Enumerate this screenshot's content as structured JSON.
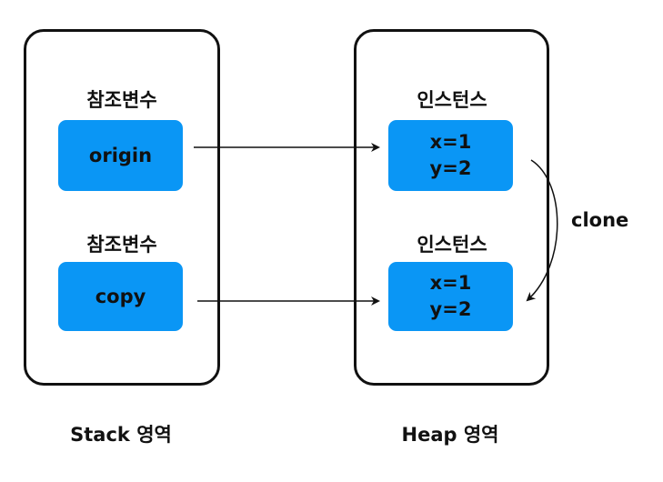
{
  "stack": {
    "title": "Stack 영역",
    "entries": [
      {
        "caption": "참조변수",
        "name": "origin"
      },
      {
        "caption": "참조변수",
        "name": "copy"
      }
    ]
  },
  "heap": {
    "title": "Heap 영역",
    "entries": [
      {
        "caption": "인스턴스",
        "line1": "x=1",
        "line2": "y=2"
      },
      {
        "caption": "인스턴스",
        "line1": "x=1",
        "line2": "y=2"
      }
    ]
  },
  "clone_label": "clone",
  "colors": {
    "box_fill": "#0a96f5",
    "stroke": "#111111"
  }
}
